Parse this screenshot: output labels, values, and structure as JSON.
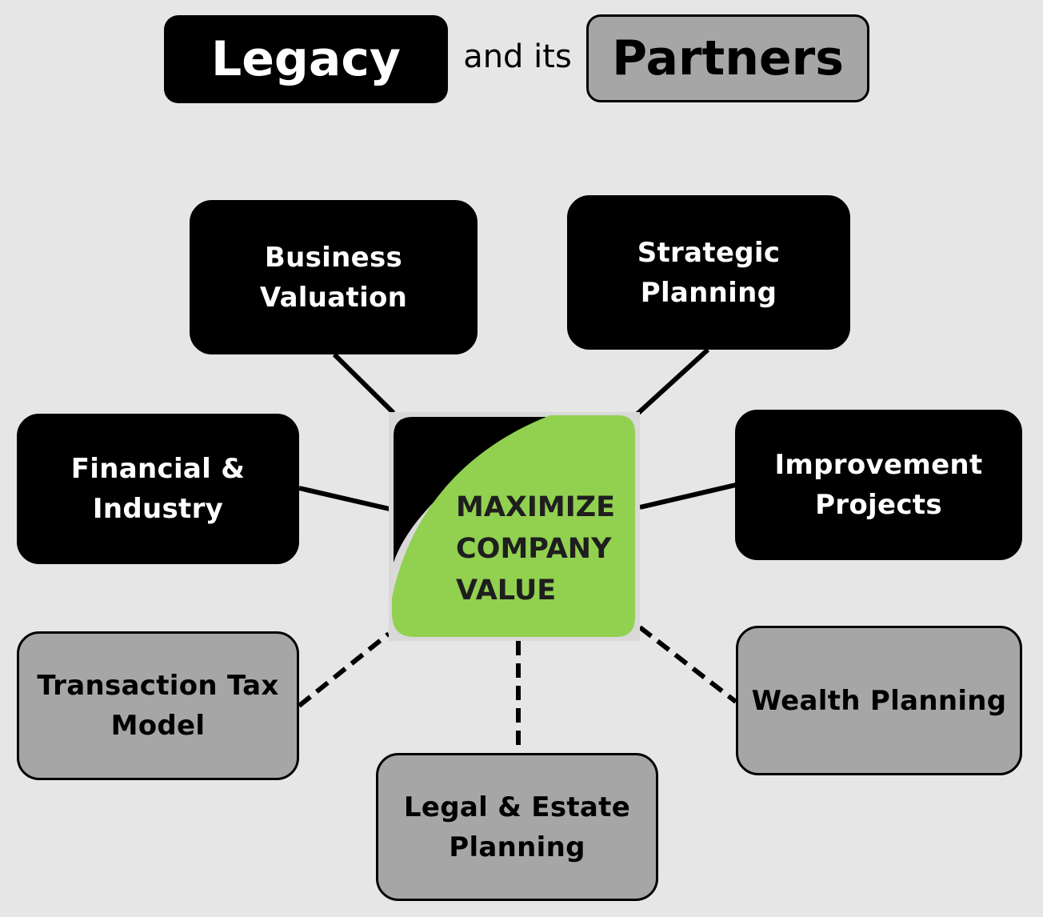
{
  "header": {
    "left_title": "Legacy",
    "connector": "and its",
    "right_title": "Partners"
  },
  "center": {
    "label": "MAXIMIZE\nCOMPANY\nVALUE",
    "accent_color": "#92d050"
  },
  "nodes": [
    {
      "id": "business-valuation",
      "label": "Business\nValuation",
      "style": "dark"
    },
    {
      "id": "strategic-planning",
      "label": "Strategic\nPlanning",
      "style": "dark"
    },
    {
      "id": "financial-industry",
      "label": "Financial &\nIndustry",
      "style": "dark"
    },
    {
      "id": "improvement-projects",
      "label": "Improvement\nProjects",
      "style": "dark"
    },
    {
      "id": "transaction-tax-model",
      "label": "Transaction Tax\nModel",
      "style": "grey"
    },
    {
      "id": "legal-estate-planning",
      "label": "Legal & Estate\nPlanning",
      "style": "grey"
    },
    {
      "id": "wealth-planning",
      "label": "Wealth Planning",
      "style": "grey"
    }
  ],
  "colors": {
    "background": "#e6e6e6",
    "legacy": "#000000",
    "partners": "#a6a6a6",
    "green": "#92d050"
  }
}
